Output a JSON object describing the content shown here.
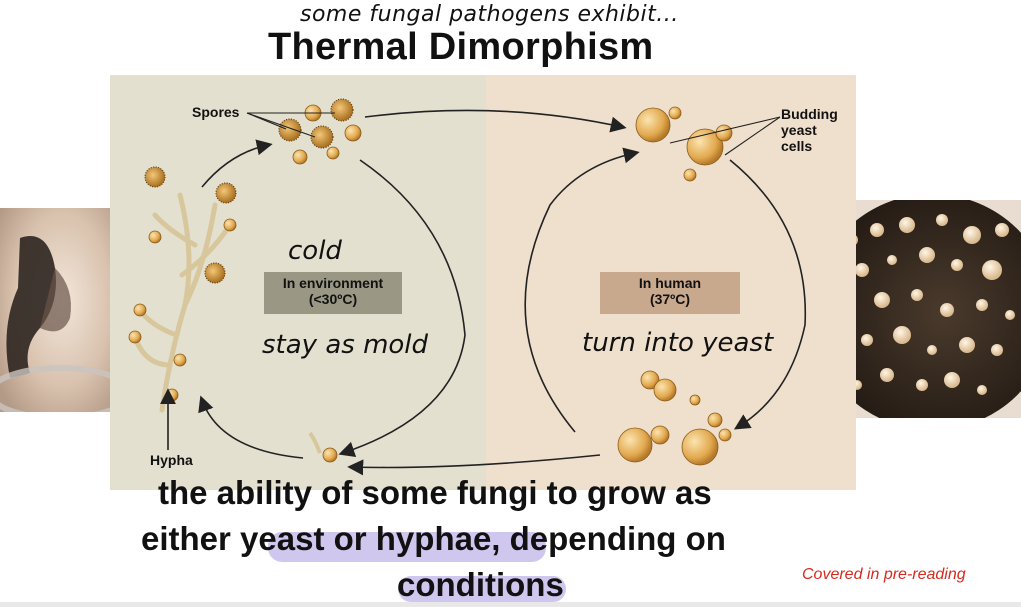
{
  "header": {
    "handwritten_subtitle": "some fungal pathogens exhibit...",
    "title": "Thermal Dimorphism"
  },
  "diagram": {
    "left_panel": {
      "spores_label": "Spores",
      "hypha_label": "Hypha",
      "box_line1": "In environment",
      "box_line2": "(<30ºC)",
      "handwritten_above": "cold",
      "handwritten_below": "stay as mold",
      "background_color": "#e3e0cf",
      "box_color": "#9a9884"
    },
    "right_panel": {
      "budding_label_line1": "Budding",
      "budding_label_line2": "yeast",
      "budding_label_line3": "cells",
      "box_line1": "In human",
      "box_line2": "(37ºC)",
      "handwritten_below": "turn into yeast",
      "background_color": "#efe0cd",
      "box_color": "#c9a98e"
    }
  },
  "definition": {
    "line1": "the ability of some fungi to grow as",
    "line2": "either yeast or hyphae, depending on",
    "line3": "conditions"
  },
  "note": {
    "text": "Covered in pre-reading",
    "color": "#d62a1e"
  },
  "highlight_color": "#9682dc"
}
